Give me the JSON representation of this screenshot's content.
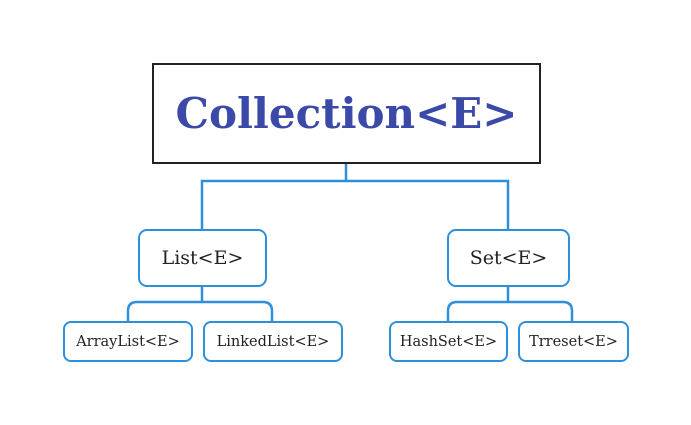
{
  "diagram": {
    "root": "Collection<E>",
    "interfaces": [
      {
        "label": "List<E>",
        "implementations": [
          "ArrayList<E>",
          "LinkedList<E>"
        ]
      },
      {
        "label": "Set<E>",
        "implementations": [
          "HashSet<E>",
          "Trreset<E>"
        ]
      }
    ]
  },
  "colors": {
    "root_text": "#3b4aa8",
    "root_border": "#222222",
    "connector": "#2e90dd",
    "node_border": "#2e90dd",
    "node_text": "#222222"
  }
}
